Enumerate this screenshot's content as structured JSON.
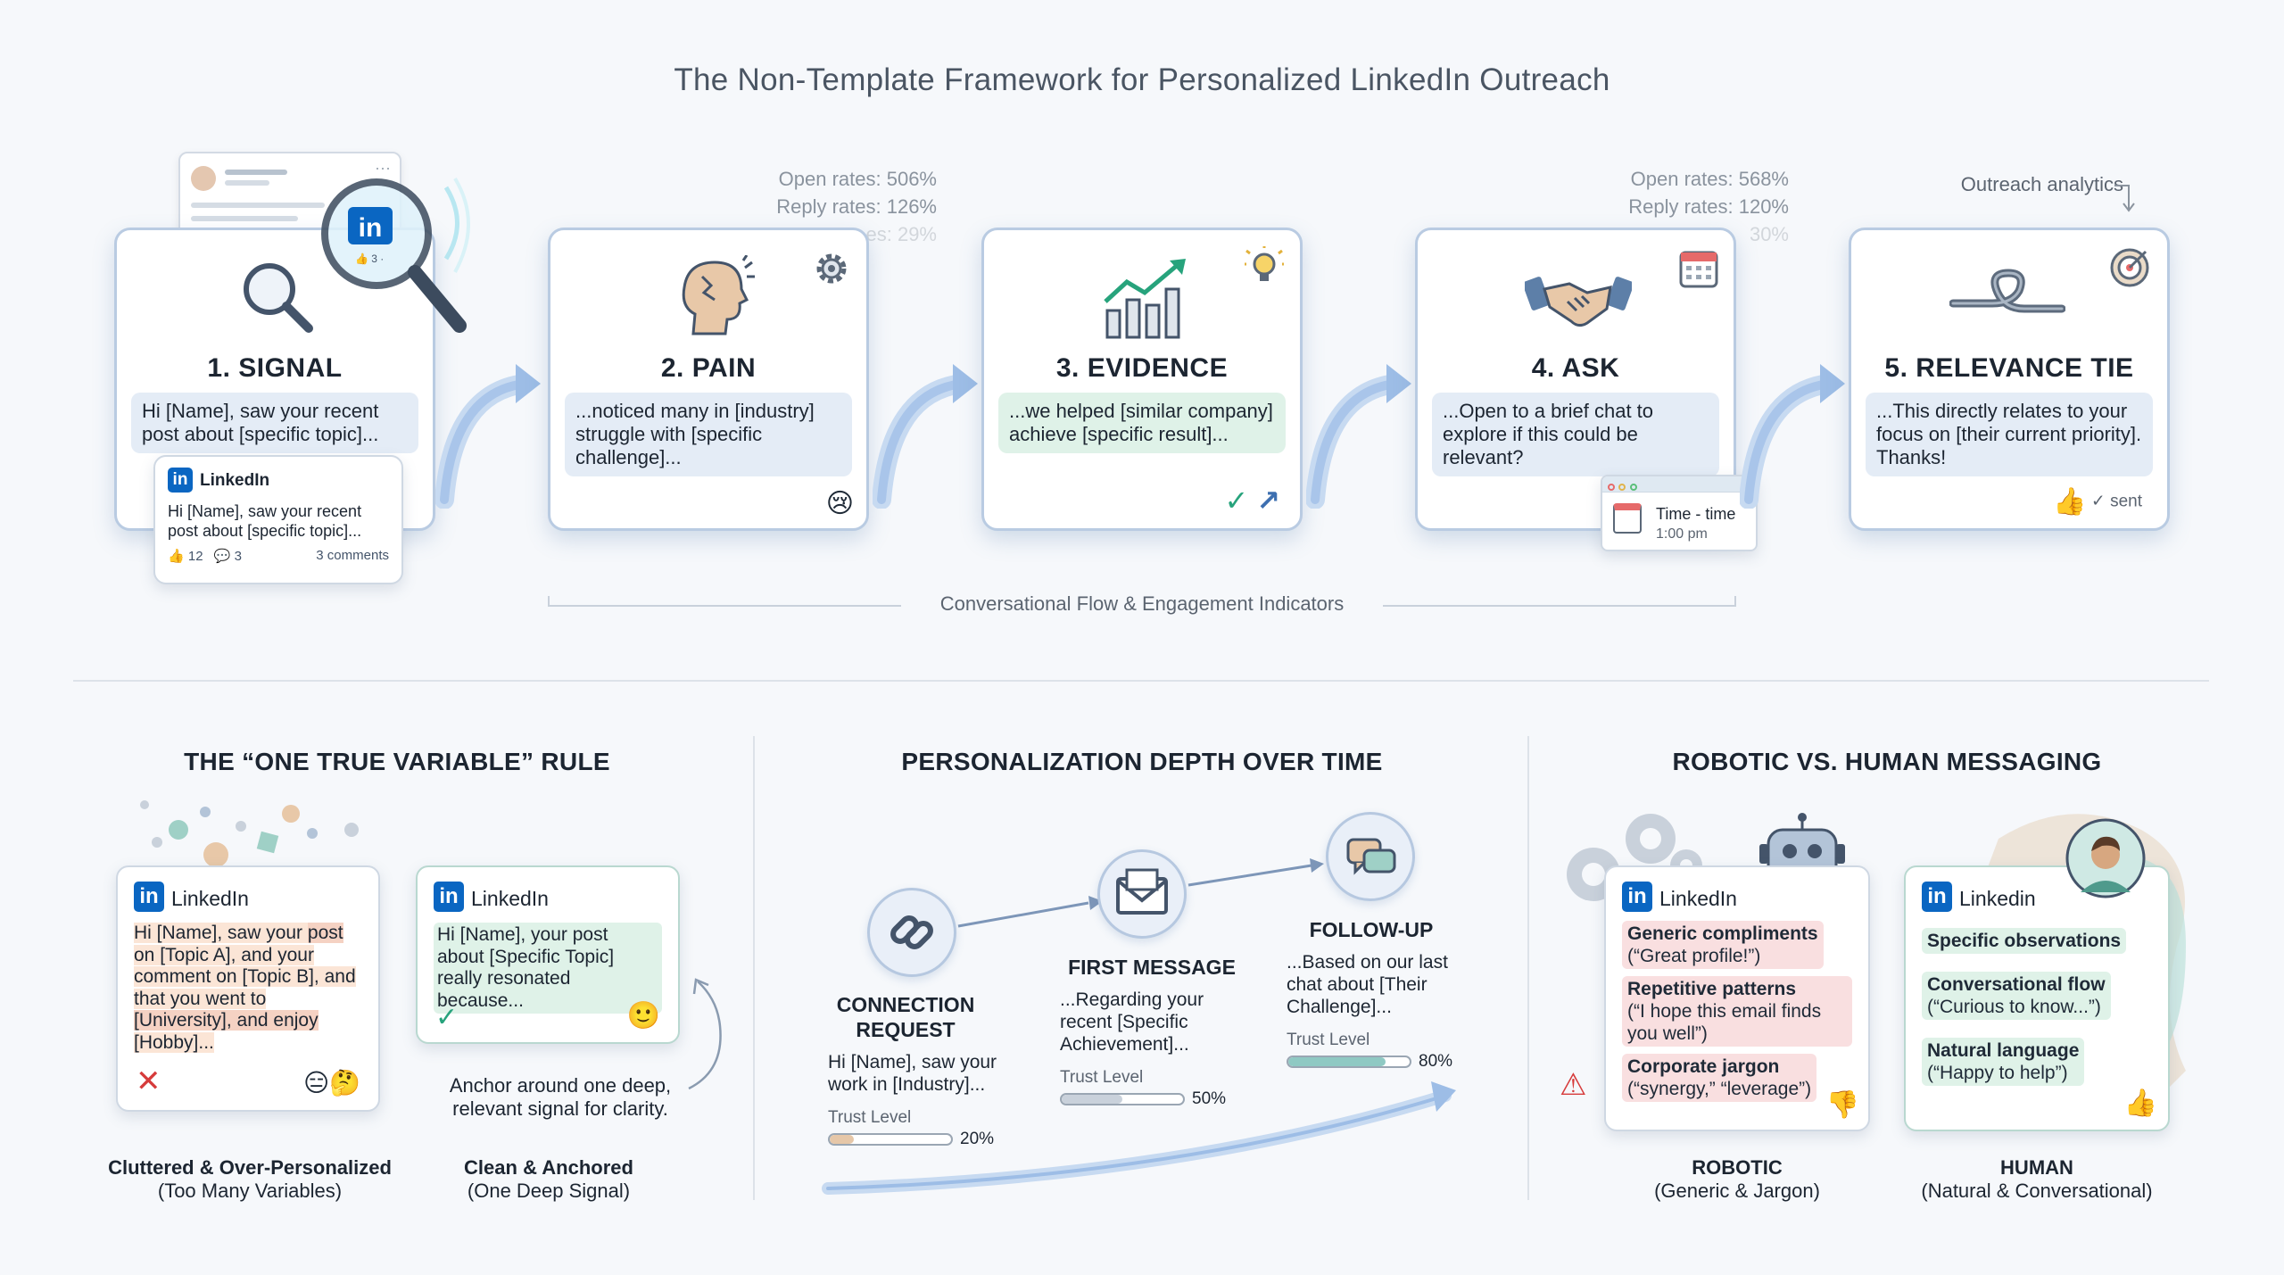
{
  "title": "The Non-Template Framework for Personalized LinkedIn Outreach",
  "steps": [
    {
      "title": "1. SIGNAL",
      "text": "Hi [Name], saw your recent post about [specific topic]..."
    },
    {
      "title": "2. PAIN",
      "text": "...noticed many in [industry] struggle with [specific challenge]..."
    },
    {
      "title": "3. EVIDENCE",
      "text": "...we helped [similar company] achieve [specific result]..."
    },
    {
      "title": "4. ASK",
      "text": "...Open to a brief chat to explore if this could be relevant?"
    },
    {
      "title": "5. RELEVANCE TIE",
      "text": "...This directly relates to your focus on [their current priority]. Thanks!"
    }
  ],
  "stats_a": {
    "open": "Open rates: 506%",
    "reply": "Reply rates: 126%",
    "faded": "es: 29%"
  },
  "stats_b": {
    "open": "Open rates: 568%",
    "reply": "Reply rates: 120%",
    "faded": "30%"
  },
  "analytics_label": "Outreach analytics",
  "signal_popup": {
    "brand": "LinkedIn",
    "text": "Hi [Name], saw your recent post about [specific topic]...",
    "likes": "12",
    "comments_count": "3",
    "comments": "3 comments"
  },
  "ask_popup": {
    "time": "Time - time",
    "sub": "1:00 pm"
  },
  "sent_label": "sent",
  "flow_label": "Conversational Flow & Engagement Indicators",
  "one_true": {
    "title": "THE “ONE TRUE VARIABLE” RULE",
    "brand": "LinkedIn",
    "bad_text_parts": [
      "Hi [Name], saw your ",
      "post",
      " on [Topic A], and your ",
      "comment on [Topic B],",
      " and that you went to ",
      "[University], and enjoy",
      " ",
      "[Hobby]..."
    ],
    "good_text": "Hi [Name], your post about [Specific Topic] really resonated because...",
    "anchor_note": "Anchor around one deep, relevant signal for clarity.",
    "bad_caption_title": "Cluttered & Over-Personalized",
    "bad_caption_sub": "(Too Many Variables)",
    "good_caption_title": "Clean & Anchored",
    "good_caption_sub": "(One Deep Signal)"
  },
  "depth": {
    "title": "PERSONALIZATION DEPTH OVER TIME",
    "trust_label": "Trust Level",
    "stages": [
      {
        "title": "CONNECTION REQUEST",
        "text": "Hi [Name], saw your work in [Industry]...",
        "trust": 20,
        "pct": "20%"
      },
      {
        "title": "FIRST MESSAGE",
        "text": "...Regarding your recent [Specific Achievement]...",
        "trust": 50,
        "pct": "50%"
      },
      {
        "title": "FOLLOW-UP",
        "text": "...Based on our last chat about [Their Challenge]...",
        "trust": 80,
        "pct": "80%"
      }
    ]
  },
  "robotic": {
    "title": "ROBOTIC VS. HUMAN MESSAGING",
    "brand_robotic": "LinkedIn",
    "brand_human": "Linkedin",
    "robotic_items": [
      {
        "head": "Generic compliments",
        "sub": "(“Great profile!”)"
      },
      {
        "head": "Repetitive patterns",
        "sub": "(“I hope this email finds you well”)"
      },
      {
        "head": "Corporate jargon",
        "sub": "(“synergy,” “leverage”)"
      }
    ],
    "human_items": [
      {
        "head": "Specific observations",
        "sub": ""
      },
      {
        "head": "Conversational flow",
        "sub": "(“Curious to know...”)"
      },
      {
        "head": "Natural language",
        "sub": "(“Happy to help”)"
      }
    ],
    "robotic_caption": "ROBOTIC",
    "robotic_sub": "(Generic & Jargon)",
    "human_caption": "HUMAN",
    "human_sub": "(Natural & Conversational)"
  },
  "colors": {
    "accent": "#0a66c2",
    "card_border": "#b9cbe2",
    "green": "#dff2e8",
    "red": "#f9dfe0",
    "trust_fill": "#8fc9c3"
  }
}
